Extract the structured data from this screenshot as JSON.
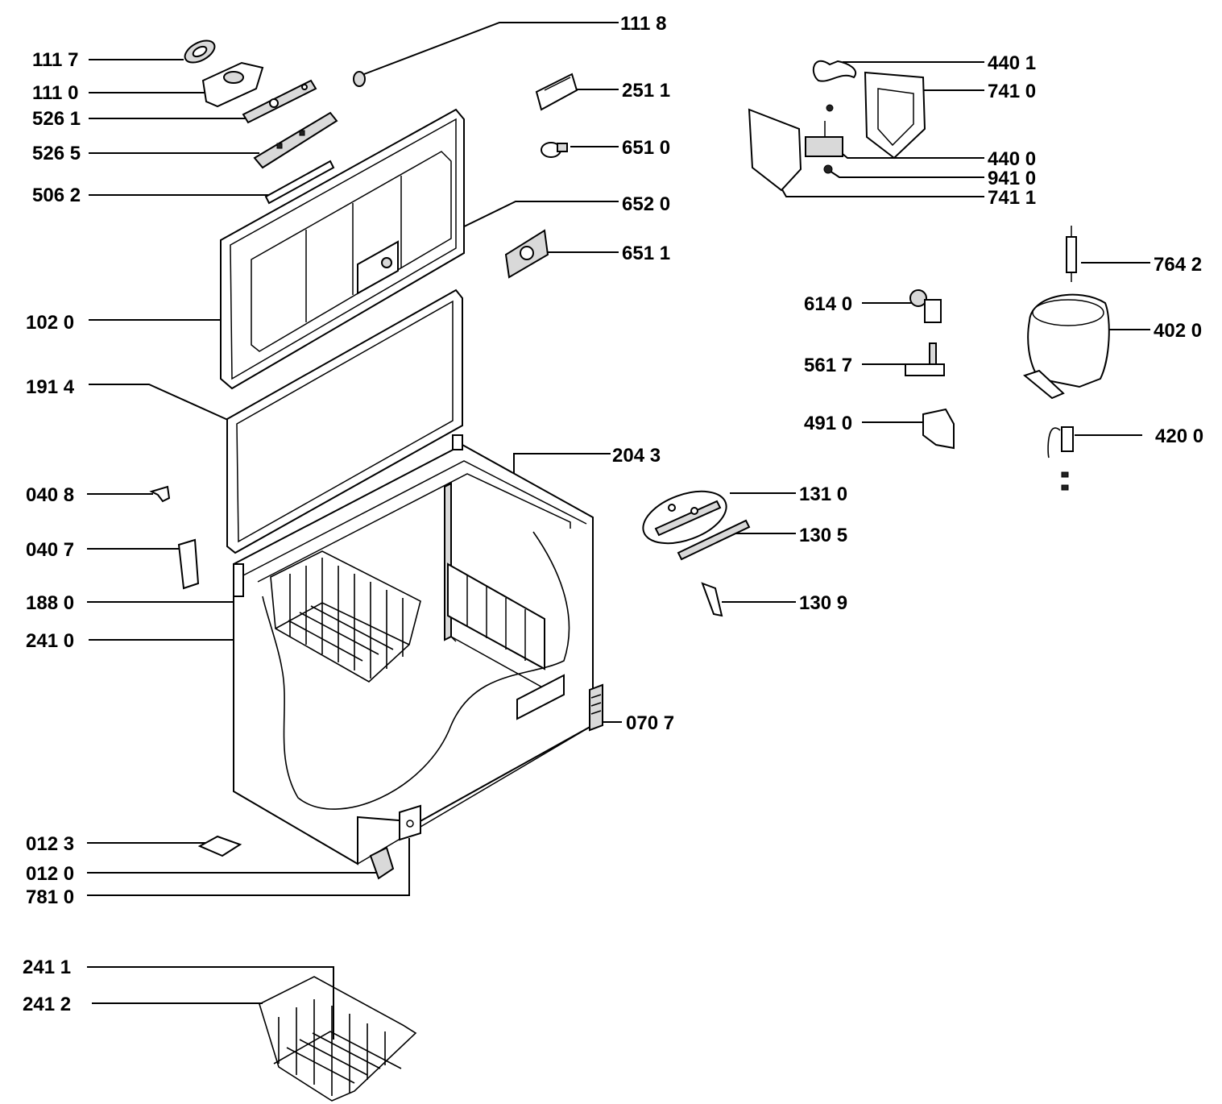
{
  "labels": {
    "p1117": "111 7",
    "p1110": "111 0",
    "p5261": "526 1",
    "p5265": "526 5",
    "p5062": "506 2",
    "p1020": "102 0",
    "p1914": "191 4",
    "p0408": "040 8",
    "p0407": "040 7",
    "p1880": "188 0",
    "p2410": "241 0",
    "p0123": "012 3",
    "p0120": "012 0",
    "p7810": "781 0",
    "p2411": "241 1",
    "p2412": "241 2",
    "p1118": "111 8",
    "p2511": "251 1",
    "p6510": "651 0",
    "p6520": "652 0",
    "p6511": "651 1",
    "p2043": "204 3",
    "p0707": "070 7",
    "p1310": "131 0",
    "p1305": "130 5",
    "p1309": "130 9",
    "p4401": "440 1",
    "p7410": "741 0",
    "p4400": "440 0",
    "p9410": "941 0",
    "p7411": "741 1",
    "p7642": "764 2",
    "p6140": "614 0",
    "p4020": "402 0",
    "p5617": "561 7",
    "p4910": "491 0",
    "p4200": "420 0"
  }
}
